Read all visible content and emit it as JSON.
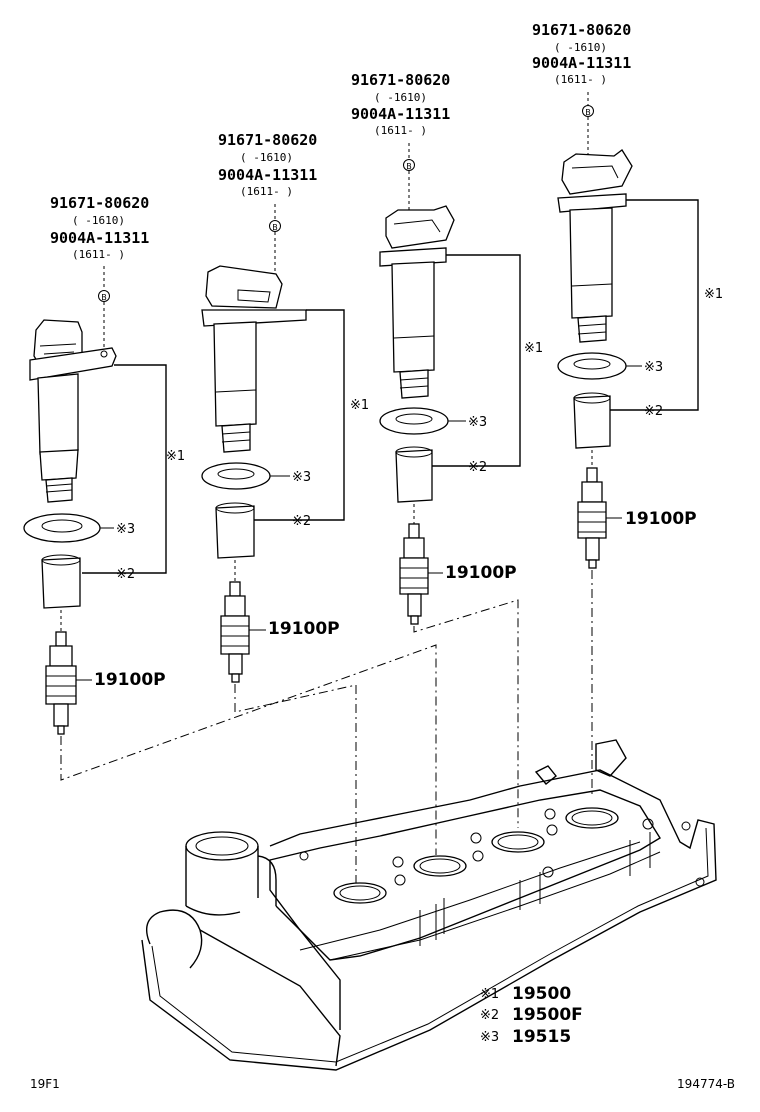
{
  "groups": [
    {
      "bolt": "91671-80620",
      "bolt_range": "(      -1610)",
      "alt_bolt": "9004A-11311",
      "alt_range": "(1611-      )",
      "marker": "B",
      "plug": "19100P"
    },
    {
      "bolt": "91671-80620",
      "bolt_range": "(      -1610)",
      "alt_bolt": "9004A-11311",
      "alt_range": "(1611-      )",
      "marker": "B",
      "plug": "19100P"
    },
    {
      "bolt": "91671-80620",
      "bolt_range": "(      -1610)",
      "alt_bolt": "9004A-11311",
      "alt_range": "(1611-      )",
      "marker": "B",
      "plug": "19100P"
    },
    {
      "bolt": "91671-80620",
      "bolt_range": "(      -1610)",
      "alt_bolt": "9004A-11311",
      "alt_range": "(1611-      )",
      "marker": "B",
      "plug": "19100P"
    }
  ],
  "callouts": {
    "c1": "※1",
    "c2": "※2",
    "c3": "※3"
  },
  "legend": [
    {
      "mark": "※1",
      "part": "19500"
    },
    {
      "mark": "※2",
      "part": "19500F"
    },
    {
      "mark": "※3",
      "part": "19515"
    }
  ],
  "footer": {
    "left": "19F1",
    "right": "194774-B"
  }
}
